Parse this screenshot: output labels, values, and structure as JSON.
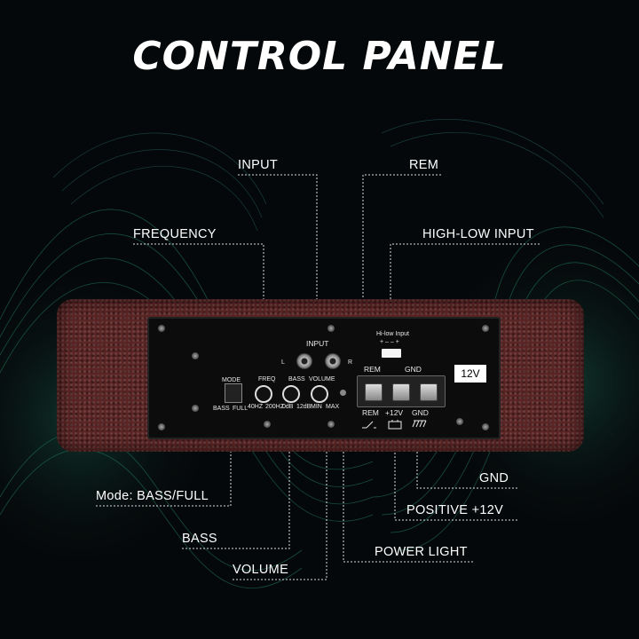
{
  "title": "CONTROL PANEL",
  "callouts": {
    "input": "INPUT",
    "rem": "REM",
    "frequency": "FREQUENCY",
    "high_low_input": "HIGH-LOW INPUT",
    "gnd": "GND",
    "positive": "POSITIVE +12V",
    "mode": "Mode: BASS/FULL",
    "bass": "BASS",
    "power_light": "POWER LIGHT",
    "volume": "VOLUME"
  },
  "panel": {
    "input": "INPUT",
    "l": "L",
    "r": "R",
    "mode": "MODE",
    "bass_opt": "BASS",
    "full_opt": "FULL",
    "freq": "FREQ",
    "freq_min": "40HZ",
    "freq_max": "200HZ",
    "bass": "BASS",
    "bass_min": "0dB",
    "bass_max": "12dB",
    "volume": "VOLUME",
    "vol_min": "MIN",
    "vol_max": "MAX",
    "hilow": "Hi-low Input",
    "hilow_pins": "+ – – +",
    "rem_top": "REM",
    "gnd_top": "GND",
    "rem": "REM",
    "plus12": "+12V",
    "gnd": "GND",
    "voltage": "12V"
  },
  "colors": {
    "background": "#05080a",
    "wave_green": "#1e7a4e",
    "wave_teal": "#3aa3a0",
    "amp_body": "#5a2424"
  }
}
